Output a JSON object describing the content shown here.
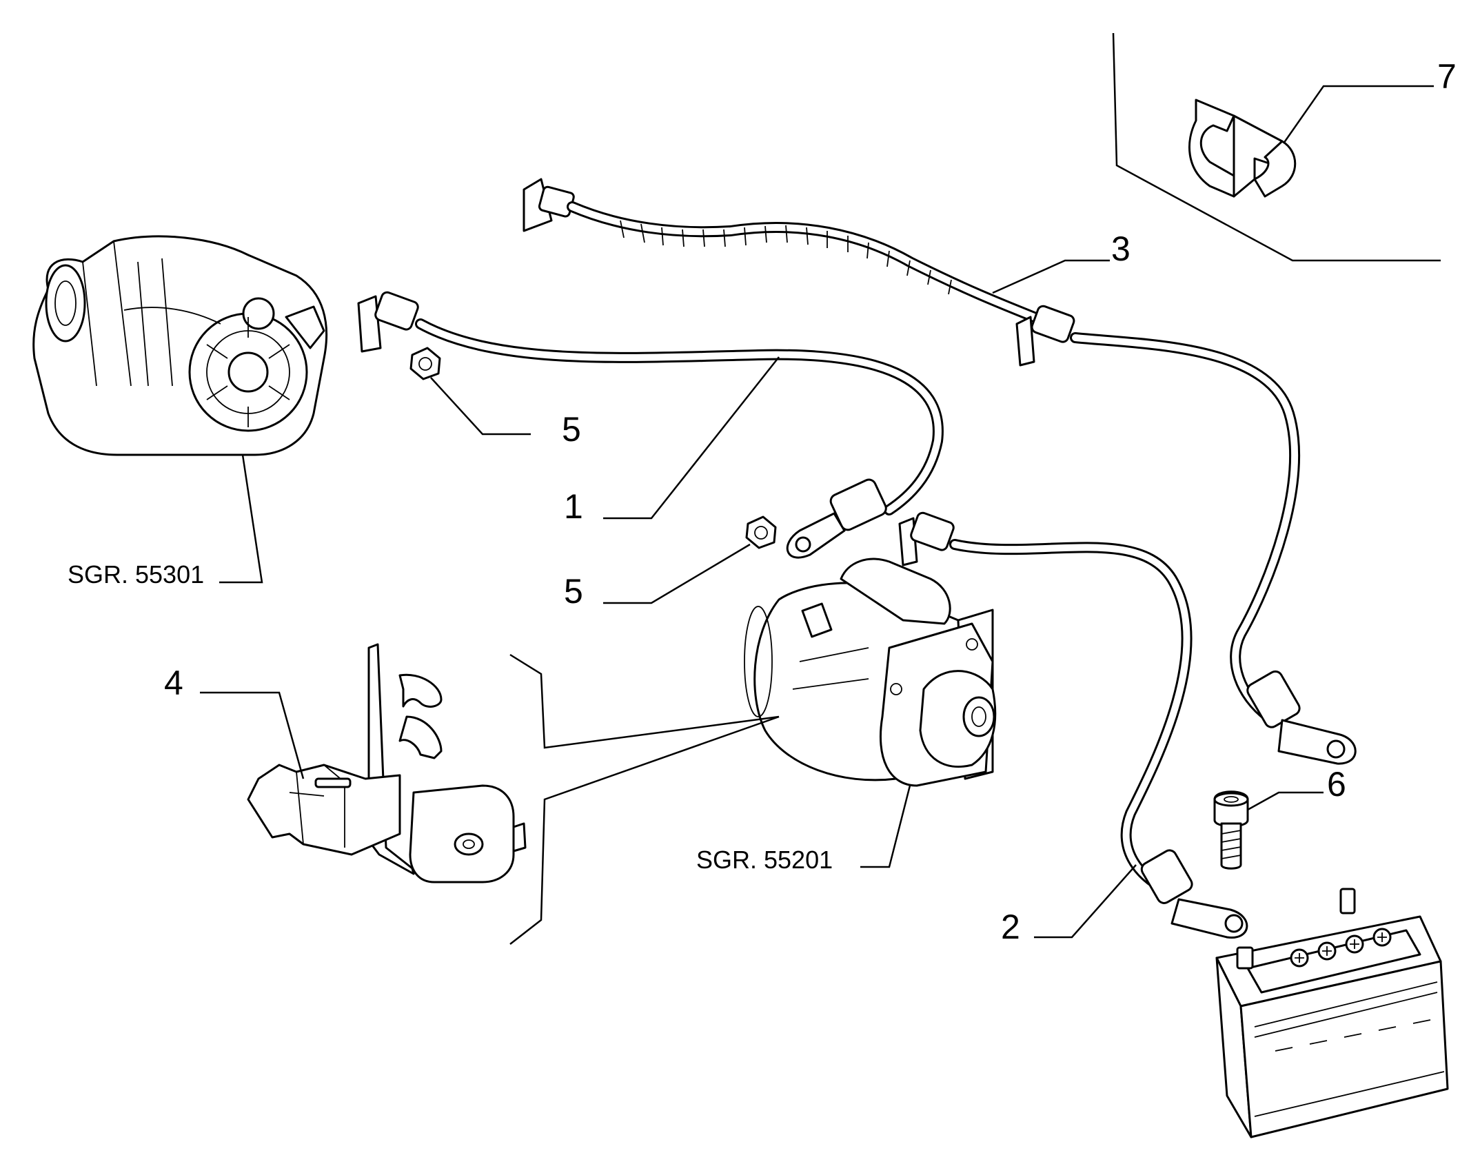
{
  "callouts": [
    {
      "id": "1",
      "text": "1"
    },
    {
      "id": "2",
      "text": "2"
    },
    {
      "id": "3",
      "text": "3"
    },
    {
      "id": "4",
      "text": "4"
    },
    {
      "id": "5a",
      "text": "5"
    },
    {
      "id": "5b",
      "text": "5"
    },
    {
      "id": "6",
      "text": "6"
    },
    {
      "id": "7",
      "text": "7"
    }
  ],
  "references": {
    "alternator": "SGR. 55301",
    "starter": "SGR. 55201"
  }
}
